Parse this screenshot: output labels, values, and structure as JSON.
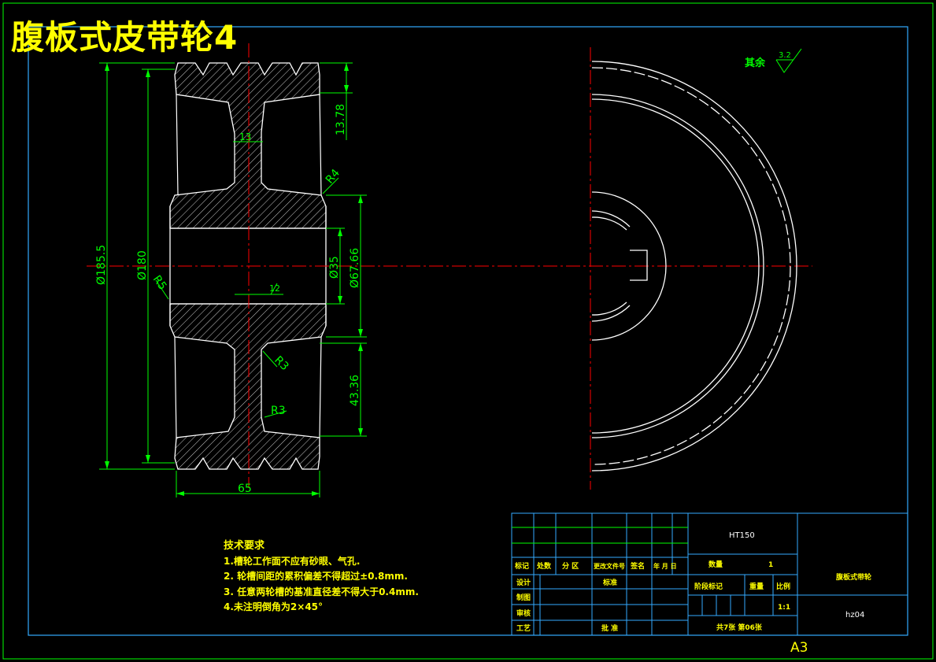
{
  "title": "腹板式皮带轮4",
  "sheet_size": "A3",
  "surface_finish": {
    "label": "其余",
    "value": "3.2"
  },
  "dimensions": {
    "outer_dia": "Ø185.5",
    "pitch_dia": "Ø180",
    "bore_dia": "Ø35",
    "hub_dia": "Ø67.66",
    "width": "65",
    "web_thickness_top": "13",
    "web_thickness_bottom": "12",
    "rim_depth": "13.78",
    "web_height": "43.36",
    "r4": "R4",
    "r5": "R5",
    "r3a": "R3",
    "r3b": "R3"
  },
  "tech_notes": {
    "heading": "技术要求",
    "items": [
      "1.槽轮工作面不应有砂眼、气孔.",
      "2. 轮槽间距的累积偏差不得超过±0.8mm.",
      "3. 任意两轮槽的基准直径差不得大于0.4mm.",
      "4.未注明倒角为2×45°"
    ]
  },
  "title_block": {
    "material": "HT150",
    "part_name": "腹板式带轮",
    "drawing_no": "hz04",
    "qty_label": "数量",
    "qty_value": "1",
    "stage_label": "阶段标记",
    "weight_label": "重量",
    "scale_label": "比例",
    "scale_value": "1:1",
    "sheets": "共7张  第06张",
    "header": [
      "标记",
      "处数",
      "分 区",
      "更改文件号",
      "签名",
      "年 月 日"
    ],
    "rows": [
      "设计",
      "制图",
      "审核",
      "工艺"
    ],
    "std_label": "标准",
    "approve_label": "批 准"
  },
  "colors": {
    "line": "#ffffff",
    "dim": "#00ff00",
    "center": "#ff0000",
    "frame": "#33aaff",
    "text": "#ffff00"
  }
}
